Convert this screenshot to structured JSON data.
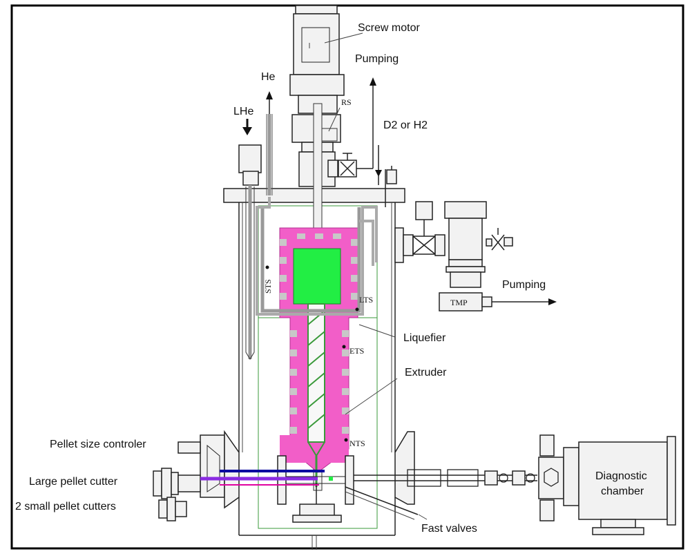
{
  "labels": {
    "screw_motor": "Screw motor",
    "pumping_top": "Pumping",
    "he": "He",
    "lhe": "LHe",
    "rs": "RS",
    "d2_h2": "D2 or H2",
    "pumping_right": "Pumping",
    "tmp": "TMP",
    "sts": "STS",
    "lts": "LTS",
    "ets": "ETS",
    "nts": "NTS",
    "liquefier": "Liquefier",
    "extruder": "Extruder",
    "pellet_size": "Pellet size controler",
    "large_cutter": "Large pellet cutter",
    "small_cutters": "2 small pellet cutters",
    "fast_valves": "Fast valves",
    "diagnostic_1": "Diagnostic",
    "diagnostic_2": "chamber"
  },
  "colors": {
    "magenta": "#f25ec8",
    "green": "#22ee44",
    "blue": "#0a0aa0",
    "purple": "#8a2be2",
    "pink_line": "#e000a0",
    "thin_green": "#3a9a3a",
    "gray": "#c8c8c8"
  }
}
